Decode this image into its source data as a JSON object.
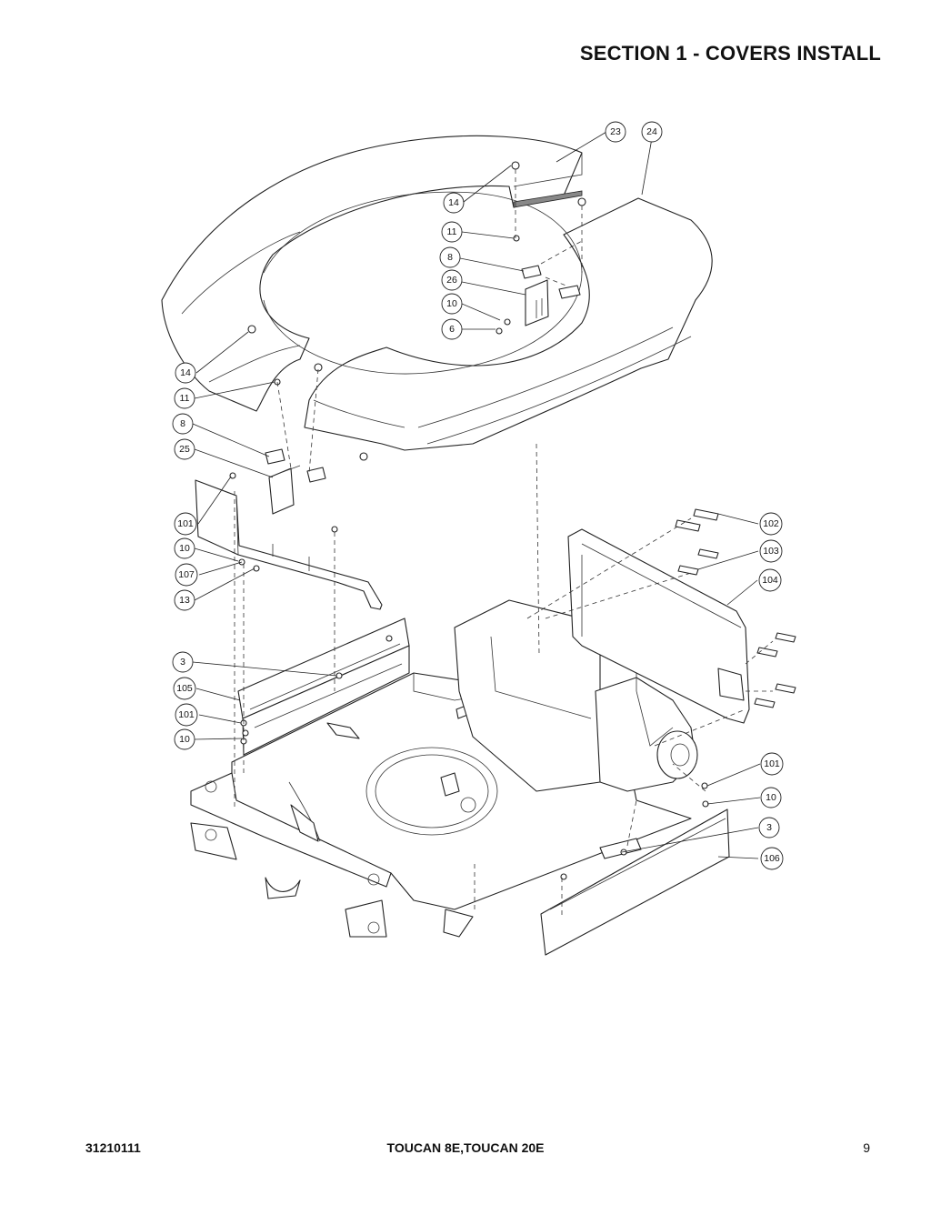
{
  "header": {
    "title": "SECTION 1 - COVERS INSTALL"
  },
  "footer": {
    "part_number": "31210111",
    "model": "TOUCAN 8E,TOUCAN 20E",
    "page": "9"
  },
  "diagram": {
    "callouts": [
      {
        "id": "c23",
        "label": "23"
      },
      {
        "id": "c24",
        "label": "24"
      },
      {
        "id": "c14a",
        "label": "14"
      },
      {
        "id": "c11a",
        "label": "11"
      },
      {
        "id": "c8a",
        "label": "8"
      },
      {
        "id": "c26",
        "label": "26"
      },
      {
        "id": "c10a",
        "label": "10"
      },
      {
        "id": "c6",
        "label": "6"
      },
      {
        "id": "c14b",
        "label": "14"
      },
      {
        "id": "c11b",
        "label": "11"
      },
      {
        "id": "c8b",
        "label": "8"
      },
      {
        "id": "c25",
        "label": "25"
      },
      {
        "id": "c101a",
        "label": "101"
      },
      {
        "id": "c10b",
        "label": "10"
      },
      {
        "id": "c107",
        "label": "107"
      },
      {
        "id": "c13",
        "label": "13"
      },
      {
        "id": "c3a",
        "label": "3"
      },
      {
        "id": "c105",
        "label": "105"
      },
      {
        "id": "c101b",
        "label": "101"
      },
      {
        "id": "c10c",
        "label": "10"
      },
      {
        "id": "c102",
        "label": "102"
      },
      {
        "id": "c103",
        "label": "103"
      },
      {
        "id": "c104",
        "label": "104"
      },
      {
        "id": "c101c",
        "label": "101"
      },
      {
        "id": "c10d",
        "label": "10"
      },
      {
        "id": "c3b",
        "label": "3"
      },
      {
        "id": "c106",
        "label": "106"
      }
    ]
  }
}
